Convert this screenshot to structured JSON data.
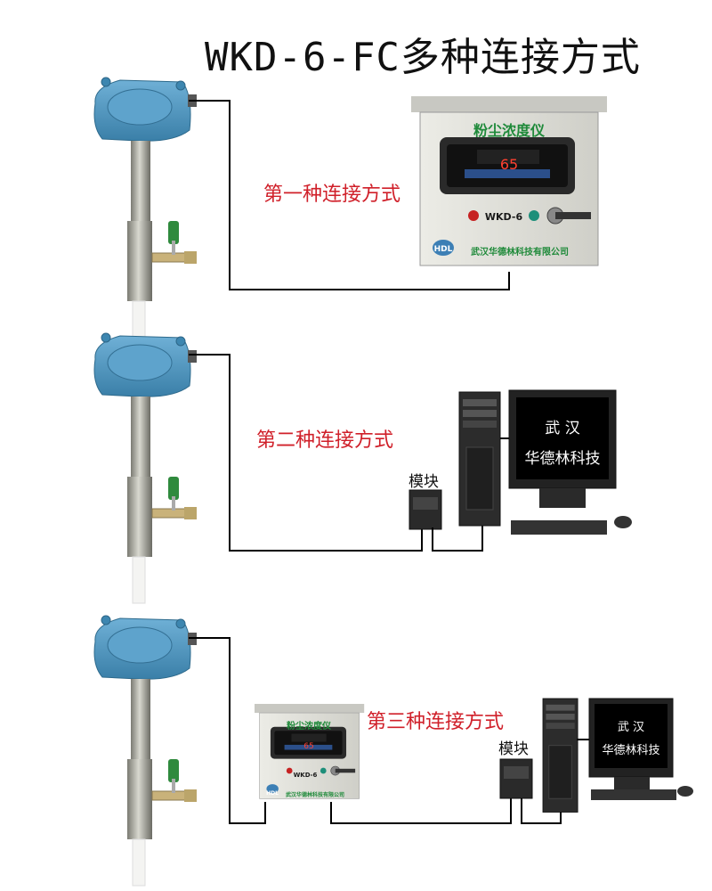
{
  "title": "WKD-6-FC多种连接方式",
  "methods": [
    {
      "label": "第一种连接方式"
    },
    {
      "label": "第二种连接方式"
    },
    {
      "label": "第三种连接方式"
    }
  ],
  "module_label": "模块",
  "instrument": {
    "name": "粉尘浓度仪",
    "display": "65",
    "model": "WKD-6",
    "logo": "HDL",
    "company": "武汉华德林科技有限公司"
  },
  "monitor": {
    "line1": "武 汉",
    "line2": "华德林科技"
  },
  "colors": {
    "sensor_blue": "#4a90b8",
    "label_red": "#d0202a",
    "instrument_green": "#1f8a3a",
    "box_gray": "#dcdcd6"
  }
}
